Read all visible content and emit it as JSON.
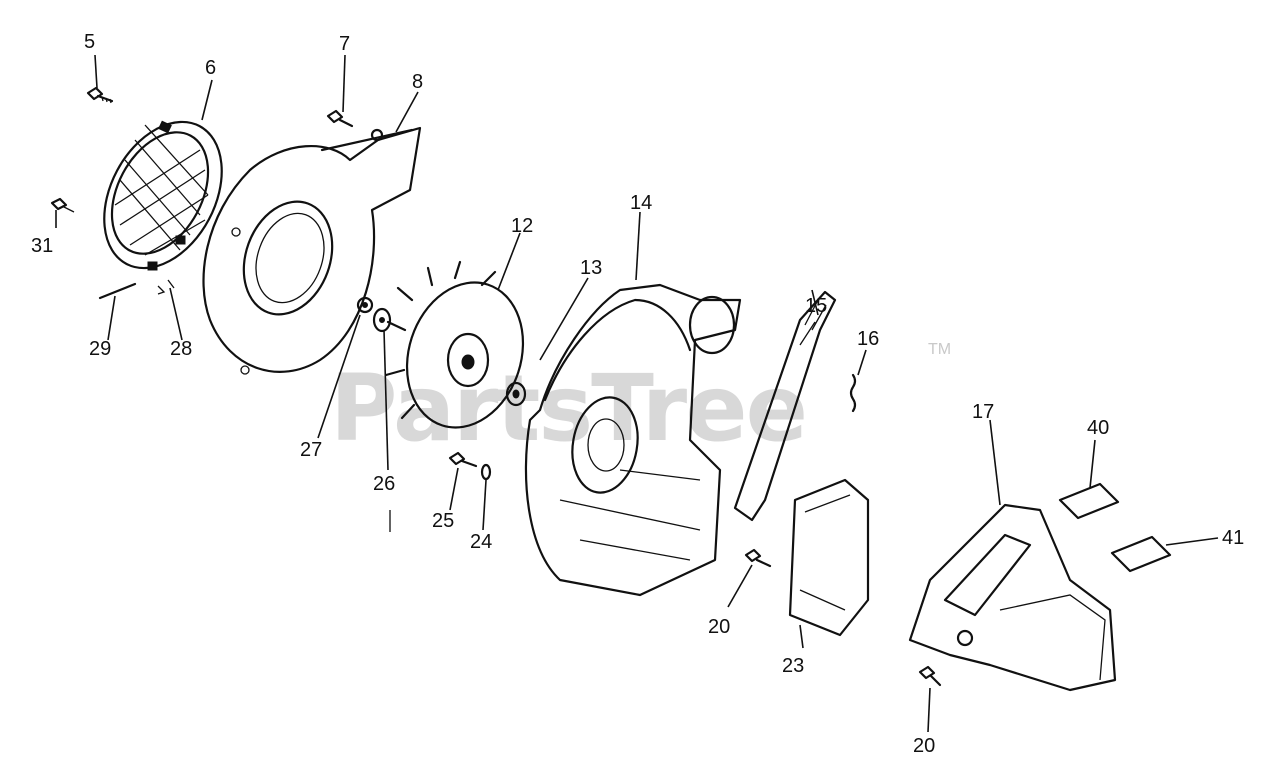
{
  "watermark": {
    "brand": "PartsTree",
    "trademark": "TM"
  },
  "callouts": [
    {
      "id": "5",
      "label": "5"
    },
    {
      "id": "6",
      "label": "6"
    },
    {
      "id": "7",
      "label": "7"
    },
    {
      "id": "8",
      "label": "8"
    },
    {
      "id": "31",
      "label": "31"
    },
    {
      "id": "29",
      "label": "29"
    },
    {
      "id": "28",
      "label": "28"
    },
    {
      "id": "12",
      "label": "12"
    },
    {
      "id": "14",
      "label": "14"
    },
    {
      "id": "13",
      "label": "13"
    },
    {
      "id": "27",
      "label": "27"
    },
    {
      "id": "26",
      "label": "26"
    },
    {
      "id": "25",
      "label": "25"
    },
    {
      "id": "24",
      "label": "24"
    },
    {
      "id": "15",
      "label": "15"
    },
    {
      "id": "16",
      "label": "16"
    },
    {
      "id": "17",
      "label": "17"
    },
    {
      "id": "40",
      "label": "40"
    },
    {
      "id": "41",
      "label": "41"
    },
    {
      "id": "20a",
      "label": "20"
    },
    {
      "id": "23",
      "label": "23"
    },
    {
      "id": "20b",
      "label": "20"
    }
  ]
}
